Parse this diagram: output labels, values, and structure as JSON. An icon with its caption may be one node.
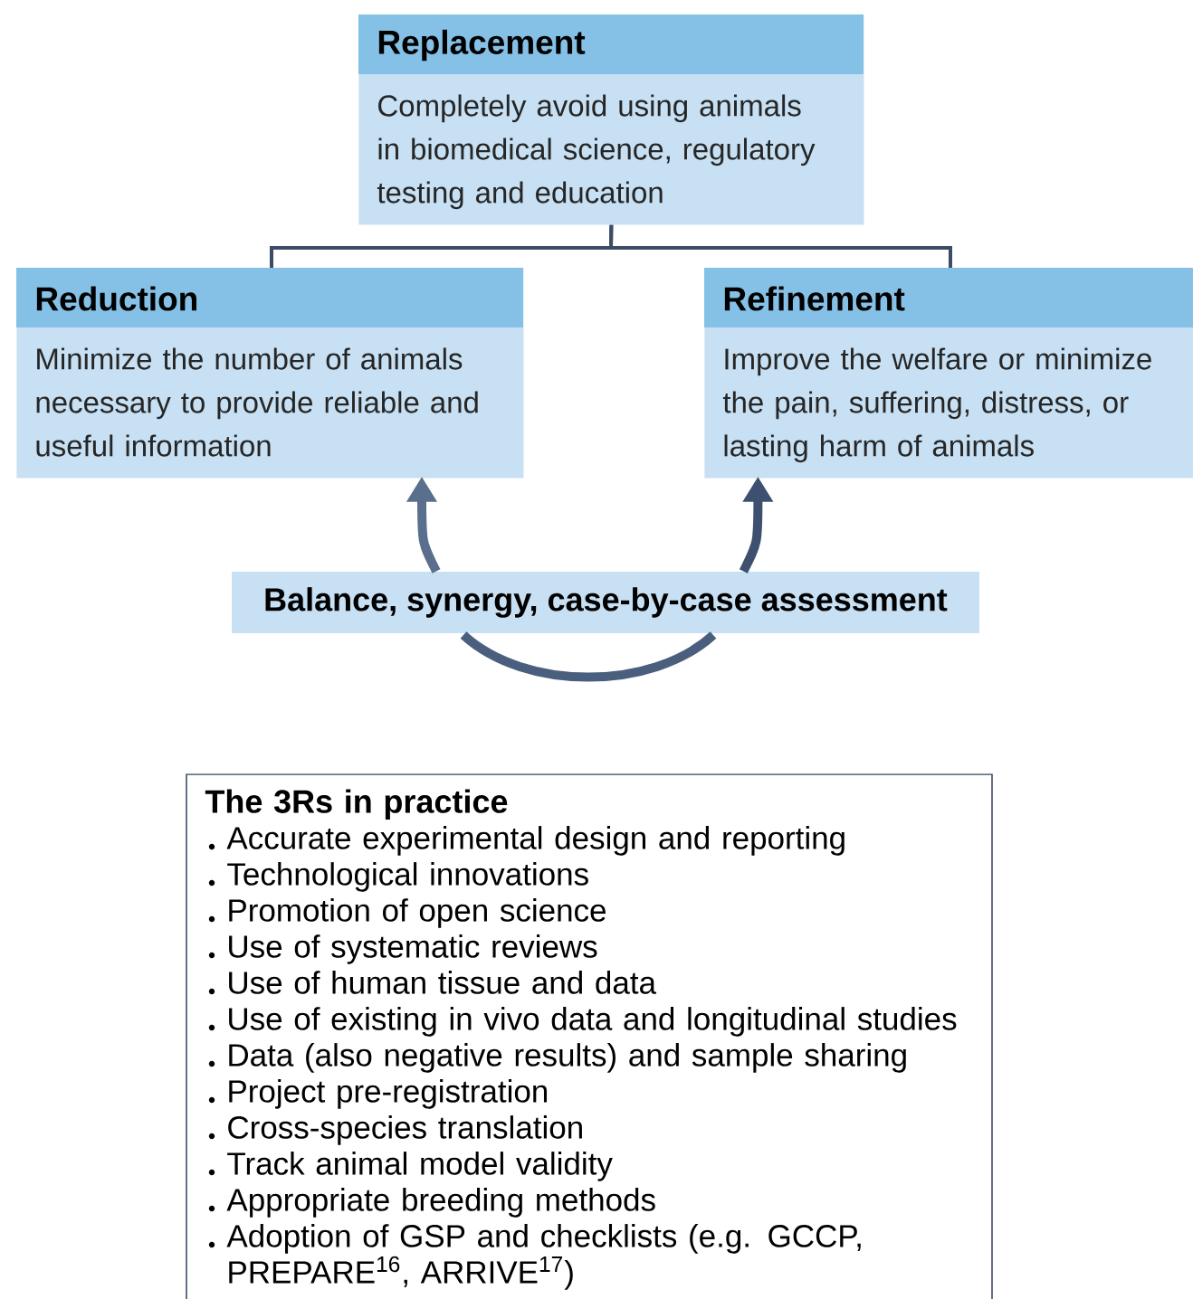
{
  "diagram": {
    "nodes": [
      {
        "text": [
          "Replacement",
          "Completely avoid using animals in biomedical science, regulatory testing and education"
        ]
      },
      {
        "text": [
          "Reduction",
          "Minimize the number of animals necessary to provide reliable and useful information"
        ]
      },
      {
        "text": [
          "Refinement",
          "Improve the welfare or minimize the pain, suffering, distress, or lasting harm of animals"
        ]
      },
      {
        "text": [
          "Balance, synergy, case-by-case assessment"
        ]
      },
      {
        "text": [
          "The 3Rs in practice",
          "Accurate experimental design and reporting",
          "Technological innovations",
          "Promotion of open science",
          "Use of systematic reviews",
          "Use of human tissue and data",
          "Use of existing in vivo data and longitudinal studies",
          "Data (also negative results) and sample sharing",
          "Project pre-registration",
          "Cross-species translation",
          "Track animal model validity",
          "Appropriate breeding methods",
          "Adoption of GSP and checklists (e.g. GCCP, PREPARE$^{16}$, ARRIVE$^{17}$)"
        ]
      }
    ],
    "edges": [
      {
        "from": 0,
        "to": 1,
        "arrow": "none"
      },
      {
        "from": 0,
        "to": 2,
        "arrow": "none"
      },
      {
        "from": 3,
        "to": 1,
        "arrow": "to",
        "style": "thick",
        "color": "#5a6f8e"
      },
      {
        "from": 3,
        "to": 2,
        "arrow": "to",
        "style": "thick",
        "color": "#3d5070"
      }
    ]
  }
}
